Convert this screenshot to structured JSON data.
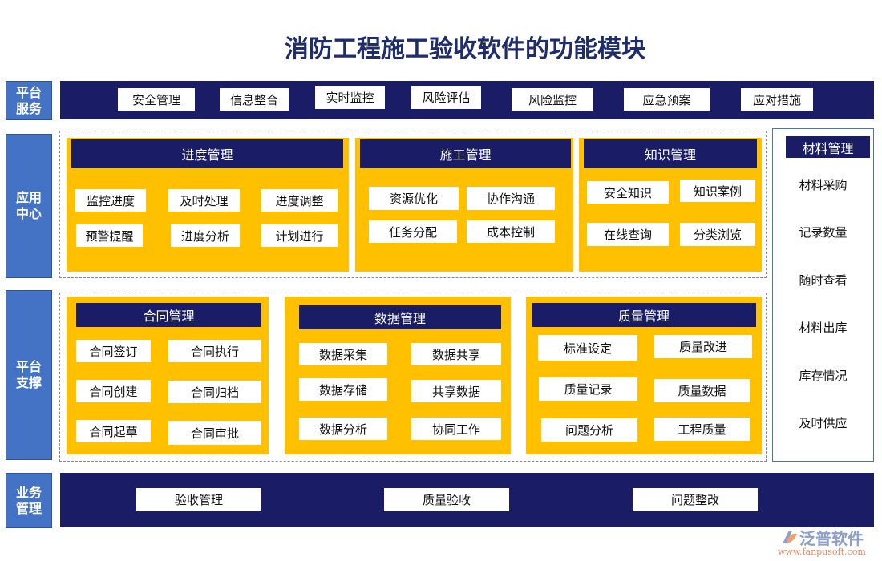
{
  "title": "消防工程施工验收软件的功能模块",
  "rows": {
    "platform_service": "平台\n服务",
    "app_center": "应用\n中心",
    "platform_support": "平台\n支撑",
    "business": "业务\n管理"
  },
  "platform_service": [
    "安全管理",
    "信息整合",
    "实时监控",
    "风险评估",
    "风险监控",
    "应急预案",
    "应对措施"
  ],
  "app_center": [
    {
      "title": "进度管理",
      "items": [
        "监控进度",
        "及时处理",
        "进度调整",
        "预警提醒",
        "进度分析",
        "计划进行"
      ]
    },
    {
      "title": "施工管理",
      "items": [
        "资源优化",
        "协作沟通",
        "任务分配",
        "成本控制"
      ]
    },
    {
      "title": "知识管理",
      "items": [
        "安全知识",
        "知识案例",
        "在线查询",
        "分类浏览"
      ]
    }
  ],
  "materials": {
    "title": "材料管理",
    "items": [
      "材料采购",
      "记录数量",
      "随时查看",
      "材料出库",
      "库存情况",
      "及时供应"
    ]
  },
  "platform_support": [
    {
      "title": "合同管理",
      "items": [
        "合同签订",
        "合同执行",
        "合同创建",
        "合同归档",
        "合同起草",
        "合同审批"
      ]
    },
    {
      "title": "数据管理",
      "items": [
        "数据采集",
        "数据共享",
        "数据存储",
        "共享数据",
        "数据分析",
        "协同工作"
      ]
    },
    {
      "title": "质量管理",
      "items": [
        "标准设定",
        "质量改进",
        "质量记录",
        "质量数据",
        "问题分析",
        "工程质量"
      ]
    }
  ],
  "business": [
    "验收管理",
    "质量验收",
    "问题整改"
  ],
  "logo": {
    "name": "泛普软件",
    "url": "www.fanpusoft.com"
  },
  "colors": {
    "navy": "#1a1c66",
    "blue": "#4472c4",
    "yellow": "#ffc000"
  }
}
